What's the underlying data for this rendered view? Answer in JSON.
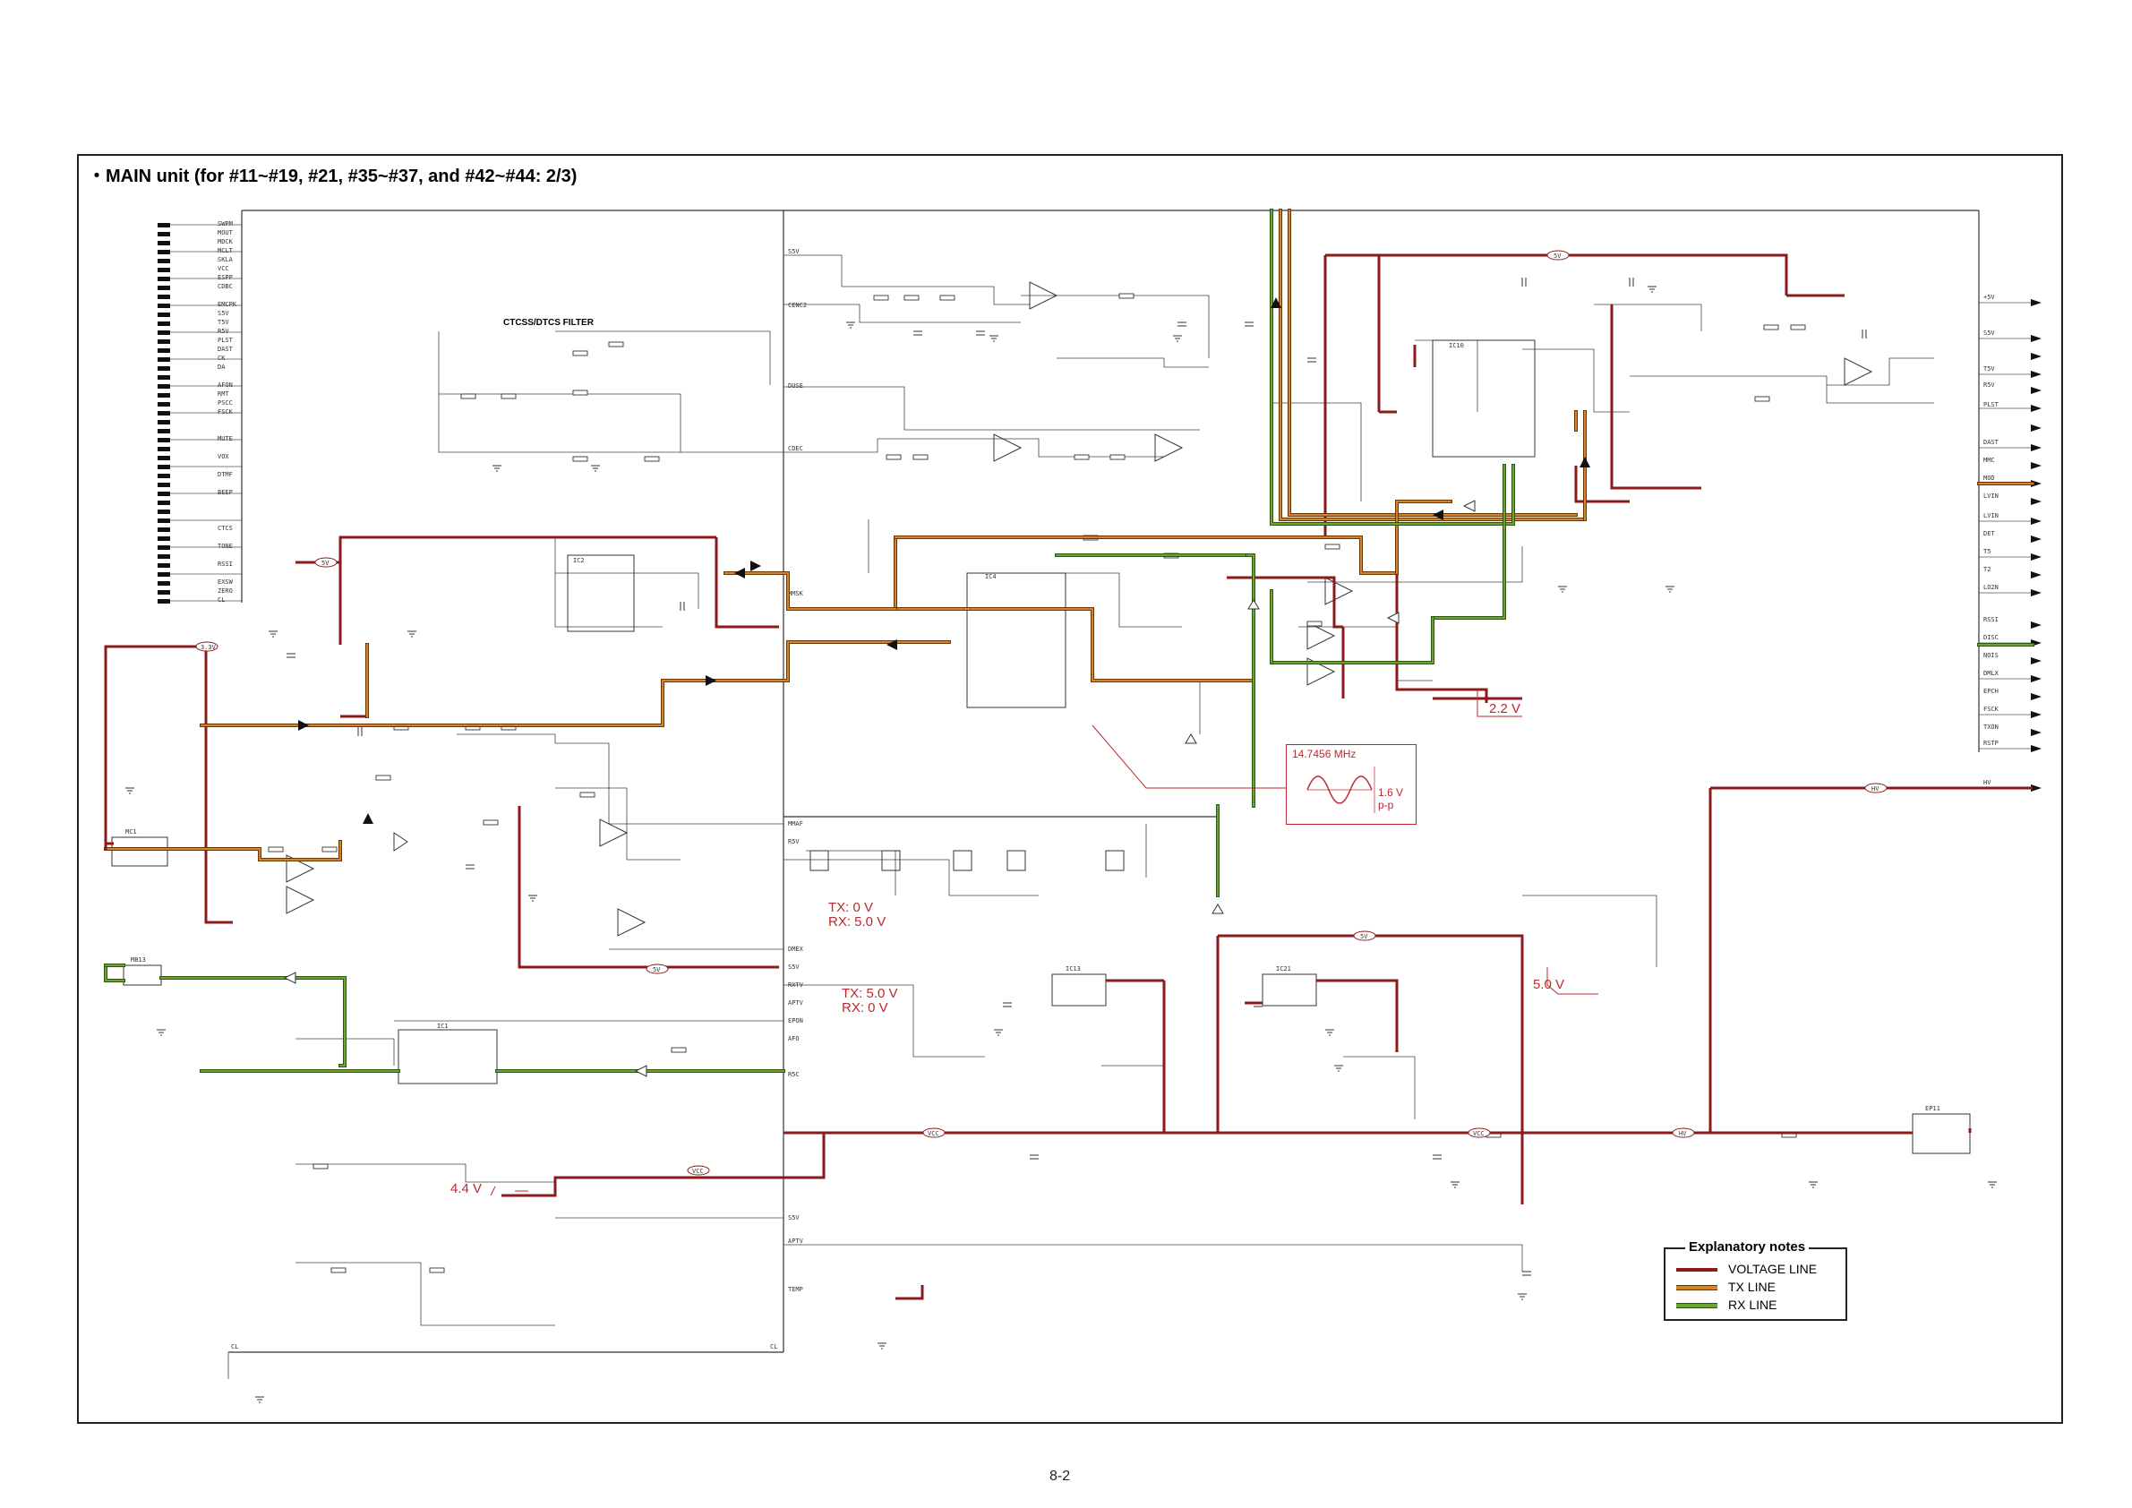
{
  "title": "・MAIN unit (for #11~#19, #21, #35~#37, and #42~#44: 2/3)",
  "page_number": "8-2",
  "filter_label": "CTCSS/DTCS FILTER",
  "annotations": {
    "v_2_2": "2.2 V",
    "freq": "14.7456 MHz",
    "vpp": "1.6 V p-p",
    "tx1": "TX: 0 V",
    "rx1": "RX: 5.0 V",
    "tx2": "TX: 5.0 V",
    "rx2": "RX: 0 V",
    "v_5_0": "5.0 V",
    "v_4_4": "4.4 V"
  },
  "rail_labels": {
    "v5": "5V",
    "v33": "3.3V",
    "vcc": "VCC",
    "hv": "HV"
  },
  "legend": {
    "title": "Explanatory notes",
    "items": [
      "VOLTAGE LINE",
      "TX LINE",
      "RX LINE"
    ]
  },
  "colors": {
    "voltage": "#8b1a1a",
    "tx": "#c5701a",
    "rx": "#4f8a1f",
    "annotation": "#c0272d"
  }
}
